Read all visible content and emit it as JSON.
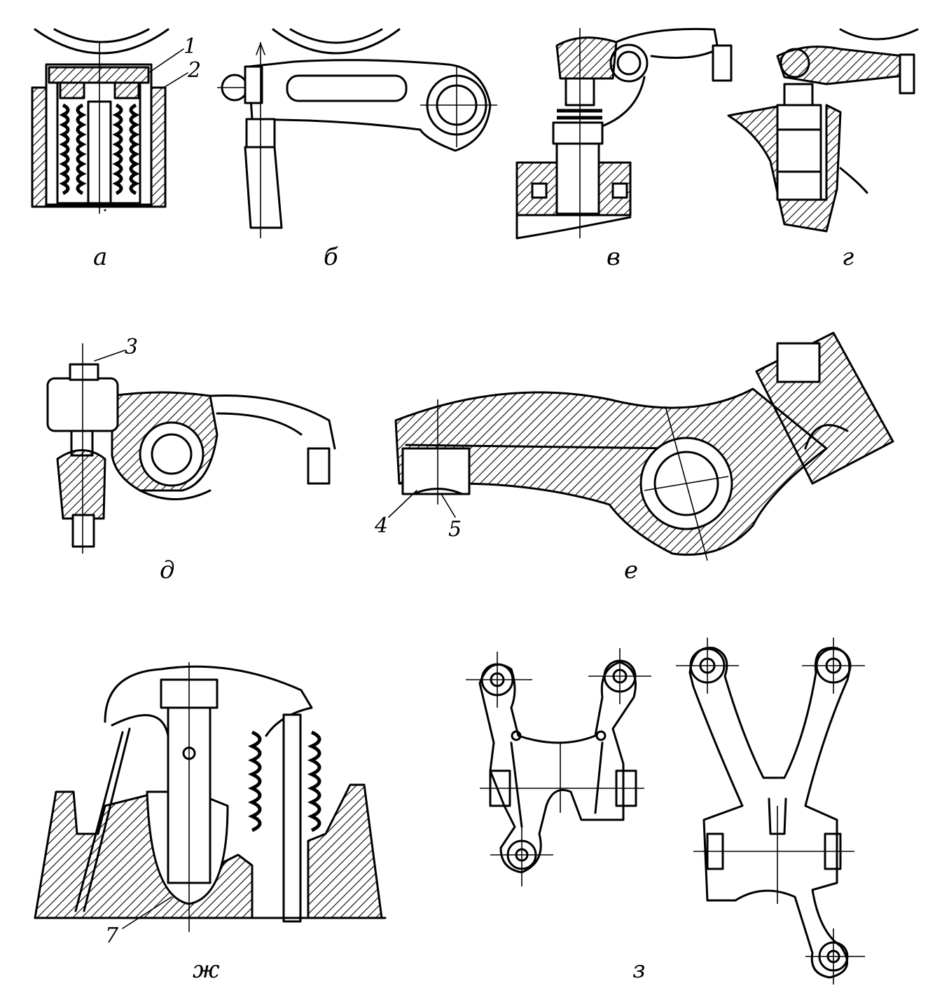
{
  "figure": {
    "panels": [
      {
        "id": "a",
        "caption": "а",
        "callouts": [
          "1",
          "2"
        ]
      },
      {
        "id": "b",
        "caption": "б",
        "callouts": []
      },
      {
        "id": "v",
        "caption": "в",
        "callouts": []
      },
      {
        "id": "g",
        "caption": "г",
        "callouts": []
      },
      {
        "id": "d",
        "caption": "д",
        "callouts": [
          "3"
        ]
      },
      {
        "id": "e",
        "caption": "е",
        "callouts": [
          "4",
          "5"
        ]
      },
      {
        "id": "zh",
        "caption": "ж",
        "callouts": [
          "7"
        ]
      },
      {
        "id": "z",
        "caption": "з",
        "callouts": []
      }
    ]
  }
}
